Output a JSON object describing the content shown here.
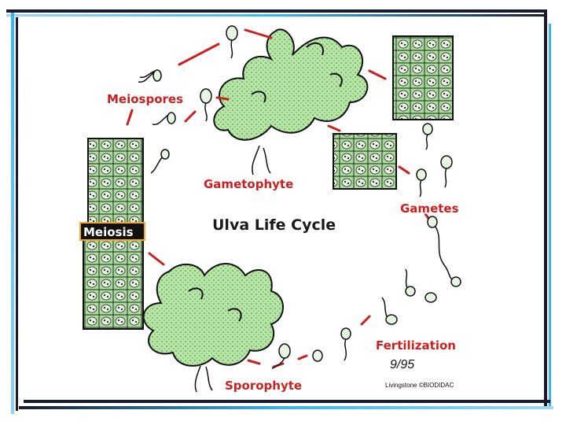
{
  "diagram": {
    "title": "Ulva Life Cycle",
    "labels": {
      "meiospores": "Meiospores",
      "gametophyte": "Gametophyte",
      "gametes": "Gametes",
      "meiosis": "Meiosis",
      "fertilization": "Fertilization",
      "sporophyte": "Sporophyte"
    },
    "credit": "Livingstone ©BIODIDAC",
    "signature": "9/95"
  },
  "colors": {
    "label_red": "#cc1f1f",
    "thallus_green": "#b8e6a6",
    "cell_green": "#a9dc9a",
    "meiosis_badge": "#f5a623",
    "frame_blue": "#38b6e8",
    "frame_dark": "#1a1a2e"
  }
}
